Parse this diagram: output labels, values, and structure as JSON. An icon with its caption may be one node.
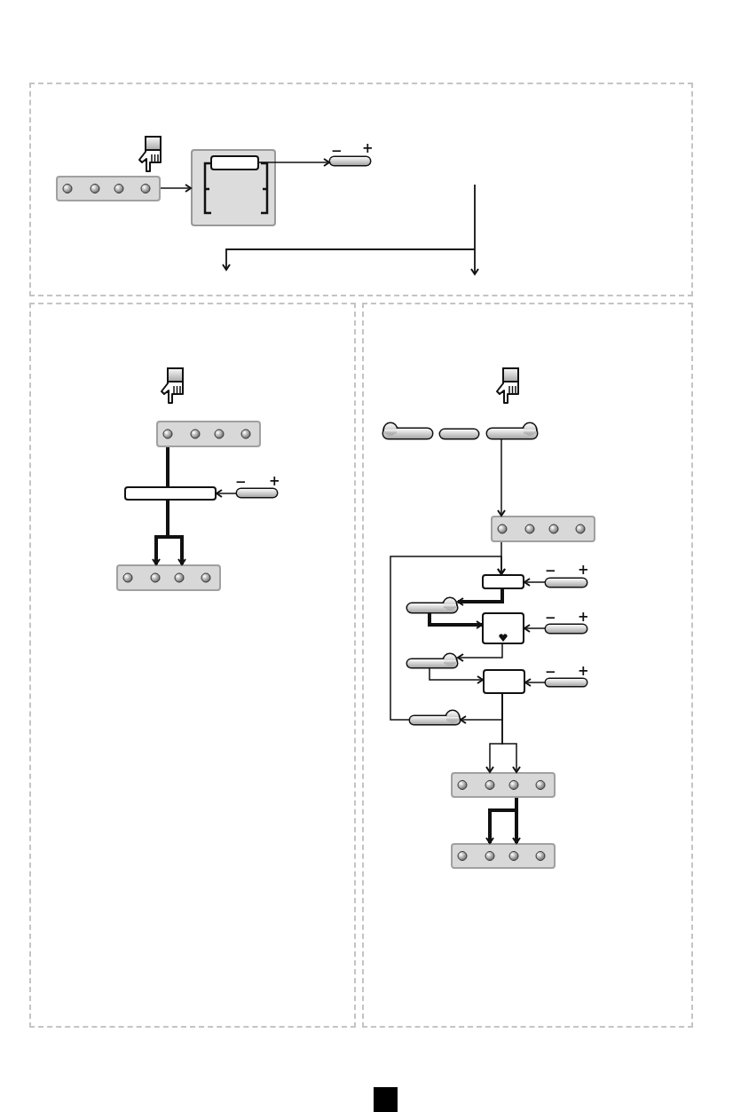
{
  "diagram": {
    "nodes": [
      {
        "text": [],
        "shape": "box"
      },
      {
        "text": [],
        "shape": "box",
        "in": 0
      },
      {
        "text": [],
        "shape": "box",
        "in": 0
      },
      {
        "text": [],
        "shape": "box",
        "in": 2
      },
      {
        "text": [],
        "shape": "bar",
        "in": 0
      },
      {
        "text": [],
        "shape": "box"
      },
      {
        "text": [],
        "shape": "box",
        "in": 5
      },
      {
        "text": [],
        "shape": "box",
        "in": 5
      },
      {
        "text": [],
        "shape": "bar",
        "in": 5
      },
      {
        "text": [],
        "shape": "box",
        "in": 5
      },
      {
        "text": [],
        "shape": "box"
      },
      {
        "text": [],
        "shape": "bar",
        "in": 10
      },
      {
        "text": [],
        "shape": "bar",
        "in": 10
      },
      {
        "text": [],
        "shape": "bar",
        "in": 10
      },
      {
        "text": [],
        "shape": "box",
        "in": 10
      },
      {
        "text": [],
        "shape": "box",
        "in": 10
      },
      {
        "text": [],
        "shape": "bar",
        "in": 10
      },
      {
        "text": [],
        "shape": "bar",
        "in": 10
      },
      {
        "text": [],
        "shape": "box",
        "in": 10
      },
      {
        "text": [],
        "shape": "bar",
        "in": 10
      },
      {
        "text": [],
        "shape": "bar",
        "in": 10
      },
      {
        "text": [],
        "shape": "box",
        "in": 10
      },
      {
        "text": [],
        "shape": "bar",
        "in": 10
      },
      {
        "text": [],
        "shape": "bar",
        "in": 10
      },
      {
        "text": [],
        "shape": "box",
        "in": 10
      },
      {
        "text": [],
        "shape": "box",
        "in": 10
      }
    ],
    "edges": [
      {
        "from": 1,
        "to": 2,
        "arrow": "to"
      },
      {
        "from": 3,
        "to": 4,
        "arrow": "to"
      },
      {
        "from": 6,
        "to": 7,
        "arrow": "none",
        "style": "thick"
      },
      {
        "from": 8,
        "to": 7,
        "arrow": "to"
      },
      {
        "from": 7,
        "to": 9,
        "arrow": "to",
        "style": "thick"
      },
      {
        "from": 7,
        "to": 9,
        "arrow": "to",
        "style": "thick"
      },
      {
        "from": 13,
        "to": 14,
        "arrow": "to"
      },
      {
        "from": 14,
        "to": 15,
        "arrow": "to"
      },
      {
        "from": 16,
        "to": 15,
        "arrow": "to"
      },
      {
        "from": 15,
        "to": 17,
        "arrow": "to",
        "style": "thick"
      },
      {
        "from": 17,
        "to": 18,
        "arrow": "to",
        "style": "thick"
      },
      {
        "from": 19,
        "to": 18,
        "arrow": "to"
      },
      {
        "from": 18,
        "to": 20,
        "arrow": "to"
      },
      {
        "from": 20,
        "to": 21,
        "arrow": "to"
      },
      {
        "from": 22,
        "to": 21,
        "arrow": "to"
      },
      {
        "from": 21,
        "to": 23,
        "arrow": "to"
      },
      {
        "from": 23,
        "to": 15,
        "arrow": "to"
      },
      {
        "from": 21,
        "to": 24,
        "arrow": "to"
      },
      {
        "from": 21,
        "to": 24,
        "arrow": "to"
      },
      {
        "from": 24,
        "to": 25,
        "arrow": "to",
        "style": "thick"
      },
      {
        "from": 24,
        "to": 25,
        "arrow": "to",
        "style": "thick"
      }
    ],
    "labels": [
      "−",
      "+",
      "−",
      "+",
      "−",
      "+",
      "−",
      "+",
      "−",
      "+"
    ]
  }
}
